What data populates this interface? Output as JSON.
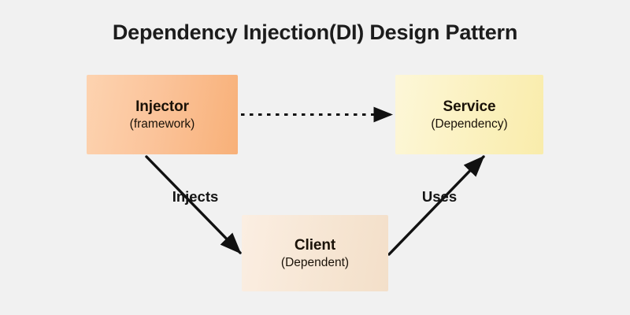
{
  "diagram": {
    "title": "Dependency Injection(DI) Design Pattern",
    "background_color": "#f1f1f1",
    "nodes": [
      {
        "id": "injector",
        "title": "Injector",
        "subtitle": "(framework)",
        "fill_color": "#fbc49b"
      },
      {
        "id": "service",
        "title": "Service",
        "subtitle": "(Dependency)",
        "fill_color": "#fbf1bf"
      },
      {
        "id": "client",
        "title": "Client",
        "subtitle": "(Dependent)",
        "fill_color": "#f6e5d2"
      }
    ],
    "edges": [
      {
        "id": "injector-service",
        "label": "",
        "style": "dashed",
        "from": "injector",
        "to": "service",
        "color": "#111111"
      },
      {
        "id": "injector-client",
        "label": "Injects",
        "style": "solid",
        "from": "injector",
        "to": "client",
        "color": "#111111"
      },
      {
        "id": "client-service",
        "label": "Uses",
        "style": "solid",
        "from": "client",
        "to": "service",
        "color": "#111111"
      }
    ]
  }
}
